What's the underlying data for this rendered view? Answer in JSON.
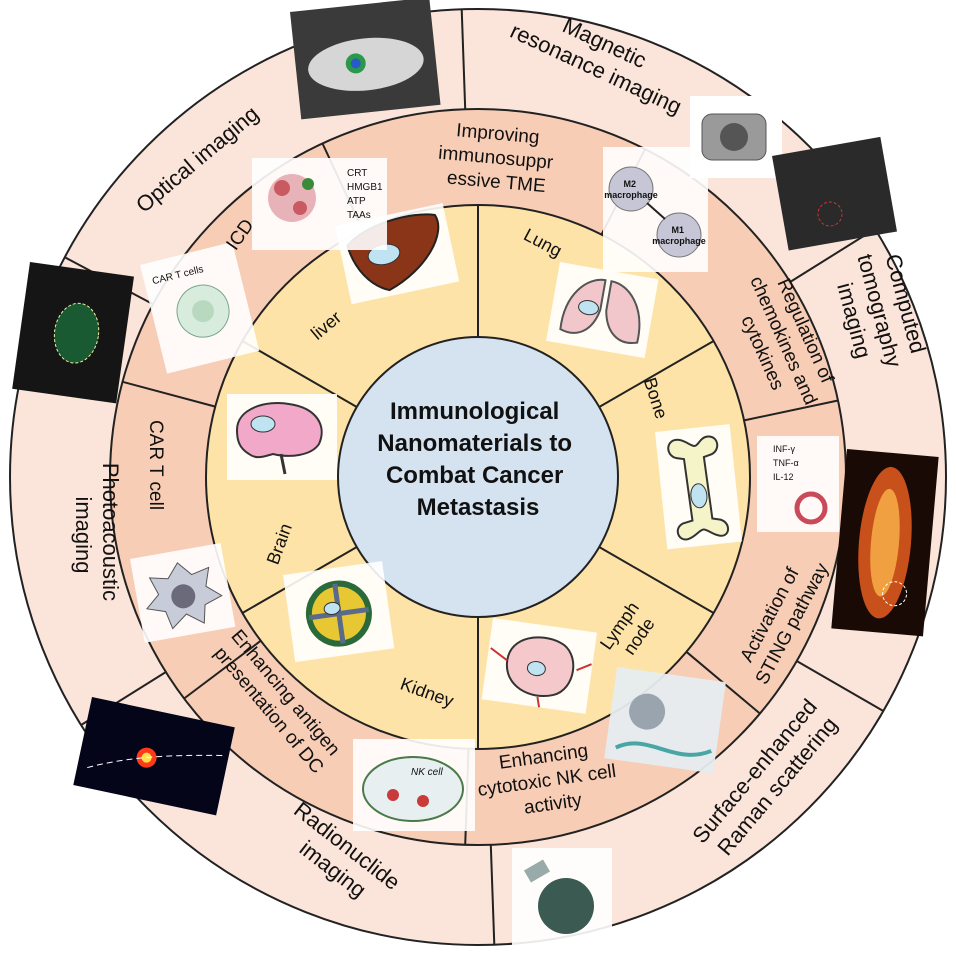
{
  "center": {
    "lines": [
      "Immunological",
      "Nanomaterials to",
      "Combat Cancer",
      "Metastasis"
    ]
  },
  "organs": [
    {
      "label": "liver"
    },
    {
      "label": "Lung"
    },
    {
      "label": "Bone"
    },
    {
      "label": "Lymph",
      "label2": "node"
    },
    {
      "label": "Kidney"
    },
    {
      "label": "Brain"
    }
  ],
  "strategies": [
    {
      "lines": [
        "ICD"
      ]
    },
    {
      "lines": [
        "Improving",
        "immunosuppr",
        "essive TME"
      ]
    },
    {
      "lines": [
        "Regulation of",
        "chemokines and",
        "cytokines"
      ]
    },
    {
      "lines": [
        "Activation of",
        "STING pathway"
      ]
    },
    {
      "lines": [
        "Enhancing",
        "cytotoxic NK cell",
        "activity"
      ]
    },
    {
      "lines": [
        "Enhancing antigen",
        "presentation of DC"
      ]
    },
    {
      "lines": [
        "CAR T cell"
      ]
    }
  ],
  "imaging": [
    {
      "lines": [
        "Optical imaging"
      ]
    },
    {
      "lines": [
        "Magnetic",
        "resonance imaging"
      ]
    },
    {
      "lines": [
        "Computed",
        "tomography",
        "imaging"
      ]
    },
    {
      "lines": [
        "Surface-enhanced",
        "Raman scattering"
      ]
    },
    {
      "lines": [
        "Radionuclide",
        "imaging"
      ]
    },
    {
      "lines": [
        "Photoacoustic",
        "imaging"
      ]
    }
  ],
  "thumb_text": {
    "icd_legend": [
      "CRT",
      "HMGB1",
      "ATP",
      "TAAs"
    ],
    "tme_m2": [
      "M2",
      "macrophage"
    ],
    "tme_m1": [
      "M1",
      "macrophage"
    ],
    "cytokines": [
      "INF-γ",
      "TNF-α",
      "IL-12"
    ],
    "car_t": "CAR T cells",
    "nk_cell": "NK cell"
  },
  "colors": {
    "center_fill": "#d5e3f0",
    "organ_ring": "#fde3a7",
    "strategy_ring": "#f7cdb6",
    "imaging_ring": "#fbe4d9",
    "liver": "#8a3518",
    "lung": "#f2c7cc",
    "brain": "#f2a8c8",
    "bone": "#f5f3c8"
  }
}
